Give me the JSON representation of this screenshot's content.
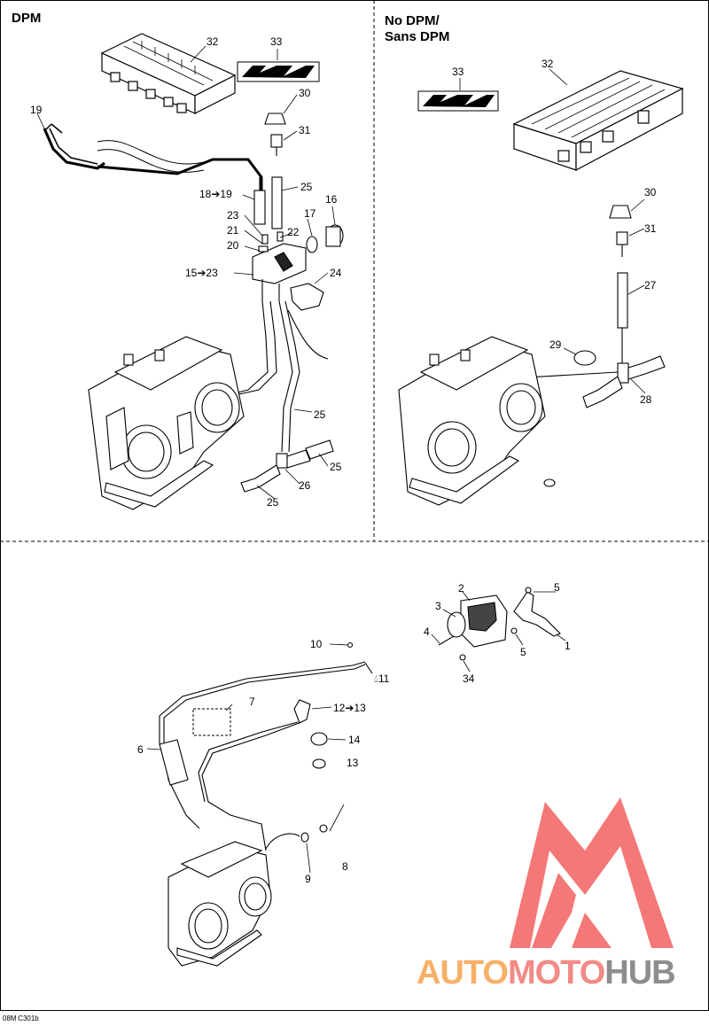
{
  "sections": {
    "dpm": {
      "title": "DPM"
    },
    "no_dpm": {
      "title_line1": "No DPM/",
      "title_line2": "Sans DPM"
    }
  },
  "callouts": {
    "dpm": [
      "32",
      "33",
      "19",
      "30",
      "31",
      "25",
      "18➔19",
      "16",
      "23",
      "17",
      "21",
      "22",
      "20",
      "15➔23",
      "24",
      "25",
      "25",
      "26",
      "25"
    ],
    "no_dpm": [
      "33",
      "32",
      "30",
      "31",
      "27",
      "29",
      "28"
    ],
    "bottom": [
      "5",
      "2",
      "3",
      "4",
      "1",
      "5",
      "34",
      "10",
      "11",
      "7",
      "12➔13",
      "6",
      "14",
      "13",
      "8",
      "9"
    ]
  },
  "figure_code": "08M C301b",
  "watermark": {
    "part1": "AUTO",
    "part2": "MOTO",
    "part3": "HUB"
  },
  "colors": {
    "watermark_red": "#f04b4b",
    "watermark_orange": "#f7b067",
    "watermark_gray": "#8d8d8d"
  }
}
